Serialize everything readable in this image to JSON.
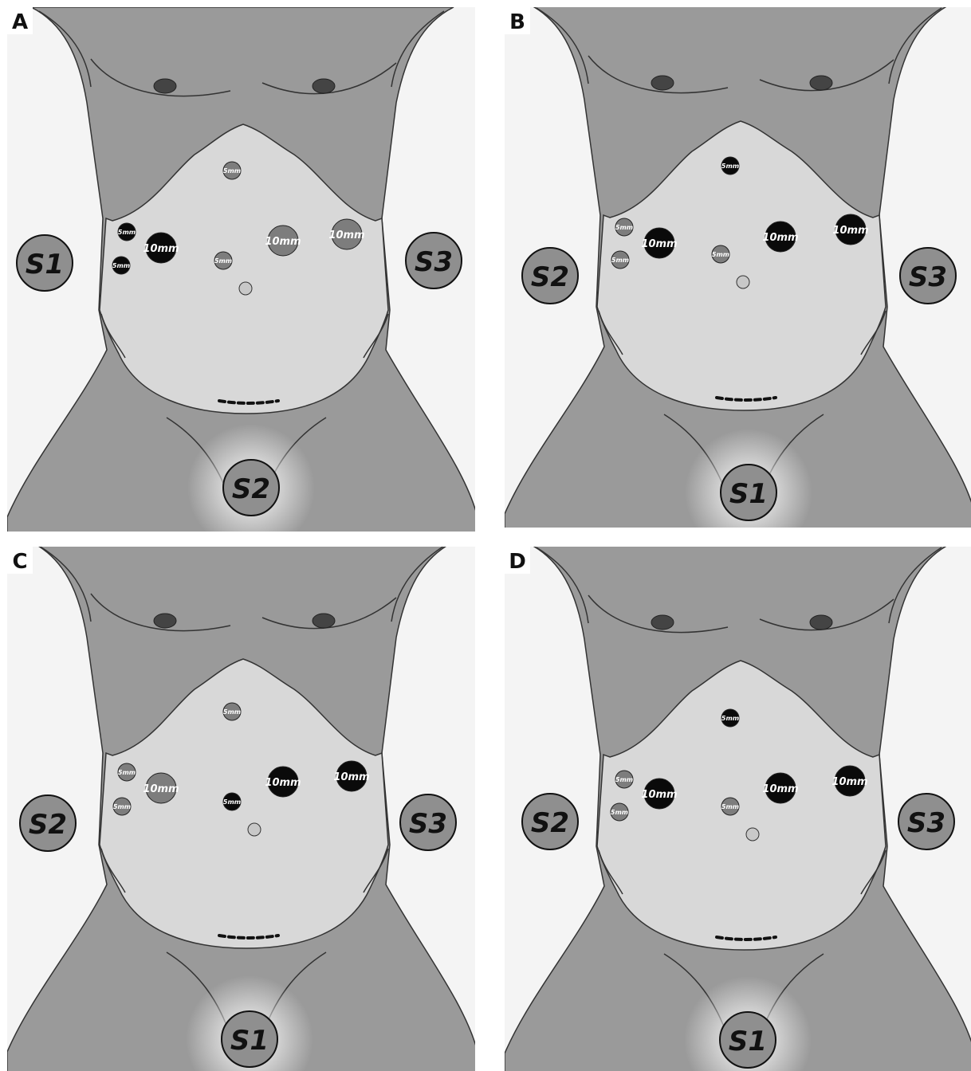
{
  "colors": {
    "background": "#f4f4f4",
    "body": "#9a9a9a",
    "abdomen": "#d8d8d8",
    "outline": "#333333",
    "port_black": "#0a0a0a",
    "port_grey": "#7d7d7d",
    "surgeon_fill": "#8f8f8f"
  },
  "panels": [
    {
      "letter": "A",
      "ports": [
        {
          "label": "5mm",
          "size": 5,
          "shade": "grey"
        },
        {
          "label": "5mm",
          "size": 5,
          "shade": "black"
        },
        {
          "label": "5mm",
          "size": 5,
          "shade": "black"
        },
        {
          "label": "10mm",
          "size": 10,
          "shade": "black"
        },
        {
          "label": "10mm",
          "size": 10,
          "shade": "grey"
        },
        {
          "label": "10mm",
          "size": 10,
          "shade": "grey"
        },
        {
          "label": "5mm",
          "size": 5,
          "shade": "grey"
        }
      ],
      "surgeons": [
        {
          "label": "S1",
          "side": "left"
        },
        {
          "label": "S2",
          "side": "bottom"
        },
        {
          "label": "S3",
          "side": "right"
        }
      ]
    },
    {
      "letter": "B",
      "ports": [
        {
          "label": "5mm",
          "size": 5,
          "shade": "black"
        },
        {
          "label": "5mm",
          "size": 5,
          "shade": "grey"
        },
        {
          "label": "5mm",
          "size": 5,
          "shade": "grey"
        },
        {
          "label": "10mm",
          "size": 10,
          "shade": "black"
        },
        {
          "label": "10mm",
          "size": 10,
          "shade": "black"
        },
        {
          "label": "10mm",
          "size": 10,
          "shade": "black"
        },
        {
          "label": "5mm",
          "size": 5,
          "shade": "grey"
        }
      ],
      "surgeons": [
        {
          "label": "S2",
          "side": "left"
        },
        {
          "label": "S1",
          "side": "bottom"
        },
        {
          "label": "S3",
          "side": "right"
        }
      ]
    },
    {
      "letter": "C",
      "ports": [
        {
          "label": "5mm",
          "size": 5,
          "shade": "grey"
        },
        {
          "label": "5mm",
          "size": 5,
          "shade": "grey"
        },
        {
          "label": "5mm",
          "size": 5,
          "shade": "grey"
        },
        {
          "label": "10mm",
          "size": 10,
          "shade": "grey"
        },
        {
          "label": "10mm",
          "size": 10,
          "shade": "black"
        },
        {
          "label": "10mm",
          "size": 10,
          "shade": "black"
        },
        {
          "label": "5mm",
          "size": 5,
          "shade": "black"
        }
      ],
      "surgeons": [
        {
          "label": "S2",
          "side": "left"
        },
        {
          "label": "S1",
          "side": "bottom"
        },
        {
          "label": "S3",
          "side": "right"
        }
      ]
    },
    {
      "letter": "D",
      "ports": [
        {
          "label": "5mm",
          "size": 5,
          "shade": "black"
        },
        {
          "label": "5mm",
          "size": 5,
          "shade": "grey"
        },
        {
          "label": "5mm",
          "size": 5,
          "shade": "grey"
        },
        {
          "label": "10mm",
          "size": 10,
          "shade": "black"
        },
        {
          "label": "10mm",
          "size": 10,
          "shade": "black"
        },
        {
          "label": "10mm",
          "size": 10,
          "shade": "black"
        },
        {
          "label": "5mm",
          "size": 5,
          "shade": "grey"
        }
      ],
      "surgeons": [
        {
          "label": "S2",
          "side": "left"
        },
        {
          "label": "S1",
          "side": "bottom"
        },
        {
          "label": "S3",
          "side": "right"
        }
      ]
    }
  ]
}
